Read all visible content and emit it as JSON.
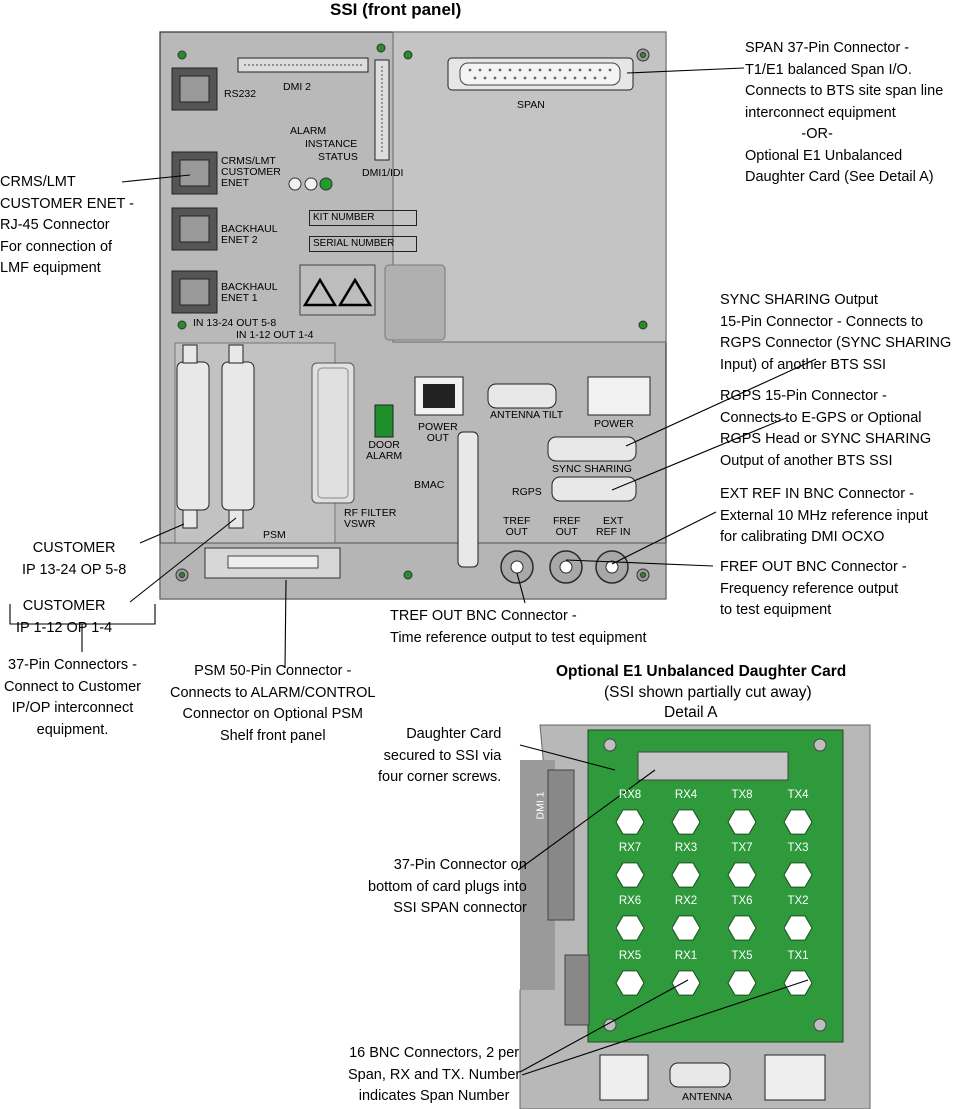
{
  "title": "SSI (front panel)",
  "panel_labels": {
    "rs232": "RS232",
    "dmi2": "DMI 2",
    "span": "SPAN",
    "alarm": "ALARM",
    "instance": "INSTANCE",
    "status": "STATUS",
    "dmi1idi": "DMI1/IDI",
    "crms_enet": "CRMS/LMT\nCUSTOMER\nENET",
    "backhaul2": "BACKHAUL\nENET 2",
    "backhaul1": "BACKHAUL\nENET 1",
    "kit_number": "KIT NUMBER",
    "serial_number": "SERIAL NUMBER",
    "in13": "IN 13-24 OUT 5-8",
    "in1": "IN 1-12 OUT 1-4",
    "door_alarm": "DOOR\nALARM",
    "power_out": "POWER\nOUT",
    "antenna_tilt": "ANTENNA TILT",
    "power": "POWER",
    "sync_sharing": "SYNC SHARING",
    "rgps": "RGPS",
    "bmac": "BMAC",
    "tref_out": "TREF\nOUT",
    "fref_out": "FREF\nOUT",
    "ext_ref_in": "EXT\nREF IN",
    "rf_filter": "RF FILTER\nVSWR",
    "psm": "PSM",
    "dmi1": "DMI 1",
    "antenna": "ANTENNA"
  },
  "callouts": {
    "span": "SPAN 37-Pin Connector -\nT1/E1 balanced Span I/O.\nConnects to BTS site span line\ninterconnect equipment\n              -OR-\nOptional E1 Unbalanced\nDaughter Card (See Detail A)",
    "crms": "CRMS/LMT\nCUSTOMER ENET -\nRJ-45 Connector\nFor connection of\nLMF equipment",
    "sync": "SYNC SHARING Output\n15-Pin Connector - Connects to\nRGPS Connector (SYNC SHARING\nInput) of another BTS SSI",
    "rgps": "RGPS 15-Pin Connector -\nConnects to E-GPS or Optional\nRGPS Head or SYNC SHARING\nOutput of another BTS SSI",
    "extref": "EXT REF IN BNC Connector -\nExternal 10 MHz reference input\nfor calibrating DMI OCXO",
    "fref": "FREF OUT BNC Connector -\nFrequency reference output\nto test equipment",
    "tref": "TREF OUT BNC Connector -\nTime reference output to test equipment",
    "cust1324": "CUSTOMER\nIP 13-24 OP 5-8",
    "cust112": "CUSTOMER\nIP 1-12 OP 1-4",
    "pin37": "37-Pin Connectors -\nConnect to Customer\nIP/OP interconnect\nequipment.",
    "psm50": "PSM 50-Pin Connector -\nConnects to ALARM/CONTROL\nConnector on Optional PSM\nShelf front panel",
    "daughter_card": "Daughter Card\nsecured to SSI via\nfour corner screws.",
    "pin37_card": "37-Pin Connector on\nbottom of card plugs into\nSSI SPAN connector",
    "bnc16": "16 BNC Connectors, 2 per\nSpan, RX and TX. Number\nindicates Span Number"
  },
  "detail": {
    "title": "Optional E1 Unbalanced Daughter Card",
    "subtitle": "(SSI shown partially cut away)",
    "label": "Detail A",
    "bnc_rows": [
      [
        "RX8",
        "RX4",
        "TX8",
        "TX4"
      ],
      [
        "RX7",
        "RX3",
        "TX7",
        "TX3"
      ],
      [
        "RX6",
        "RX2",
        "TX6",
        "TX2"
      ],
      [
        "RX5",
        "RX1",
        "TX5",
        "TX1"
      ]
    ]
  },
  "colors": {
    "panel": "#b9b9b9",
    "panel_dark": "#8f8f8f",
    "card": "#2e9a3c",
    "led_green": "#1f9d2f"
  }
}
